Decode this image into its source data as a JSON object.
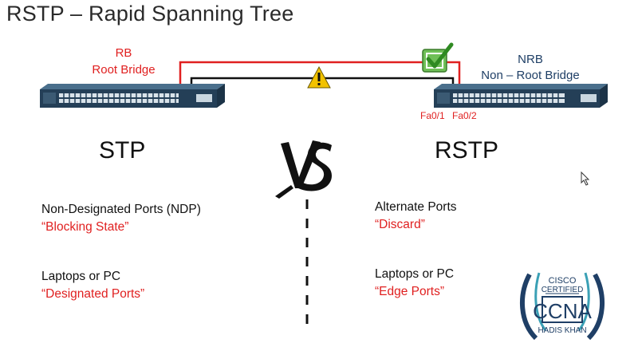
{
  "title": "RSTP – Rapid Spanning Tree",
  "left_switch": {
    "abbr": "RB",
    "name": "Root Bridge"
  },
  "right_switch": {
    "abbr": "NRB",
    "name": "Non – Root Bridge",
    "port1": "Fa0/1",
    "port2": "Fa0/2"
  },
  "stp": {
    "heading": "STP",
    "item1_label": "Non-Designated Ports (NDP)",
    "item1_value": "“Blocking State”",
    "item2_label": "Laptops or PC",
    "item2_value": "“Designated Ports”"
  },
  "vs_text": "VS",
  "rstp": {
    "heading": "RSTP",
    "item1_label": "Alternate Ports",
    "item1_value": "“Discard”",
    "item2_label": "Laptops or PC",
    "item2_value": "“Edge Ports”"
  },
  "badge": {
    "line1": "CISCO",
    "line2": "CERTIFIED",
    "line3": "CCNA",
    "line4": "HADIS KHAN"
  },
  "colors": {
    "red_link": "#e02020",
    "black_link": "#111111",
    "warning": "#f2c200",
    "check_green": "#3a9a2a",
    "navy": "#1f3f66"
  }
}
